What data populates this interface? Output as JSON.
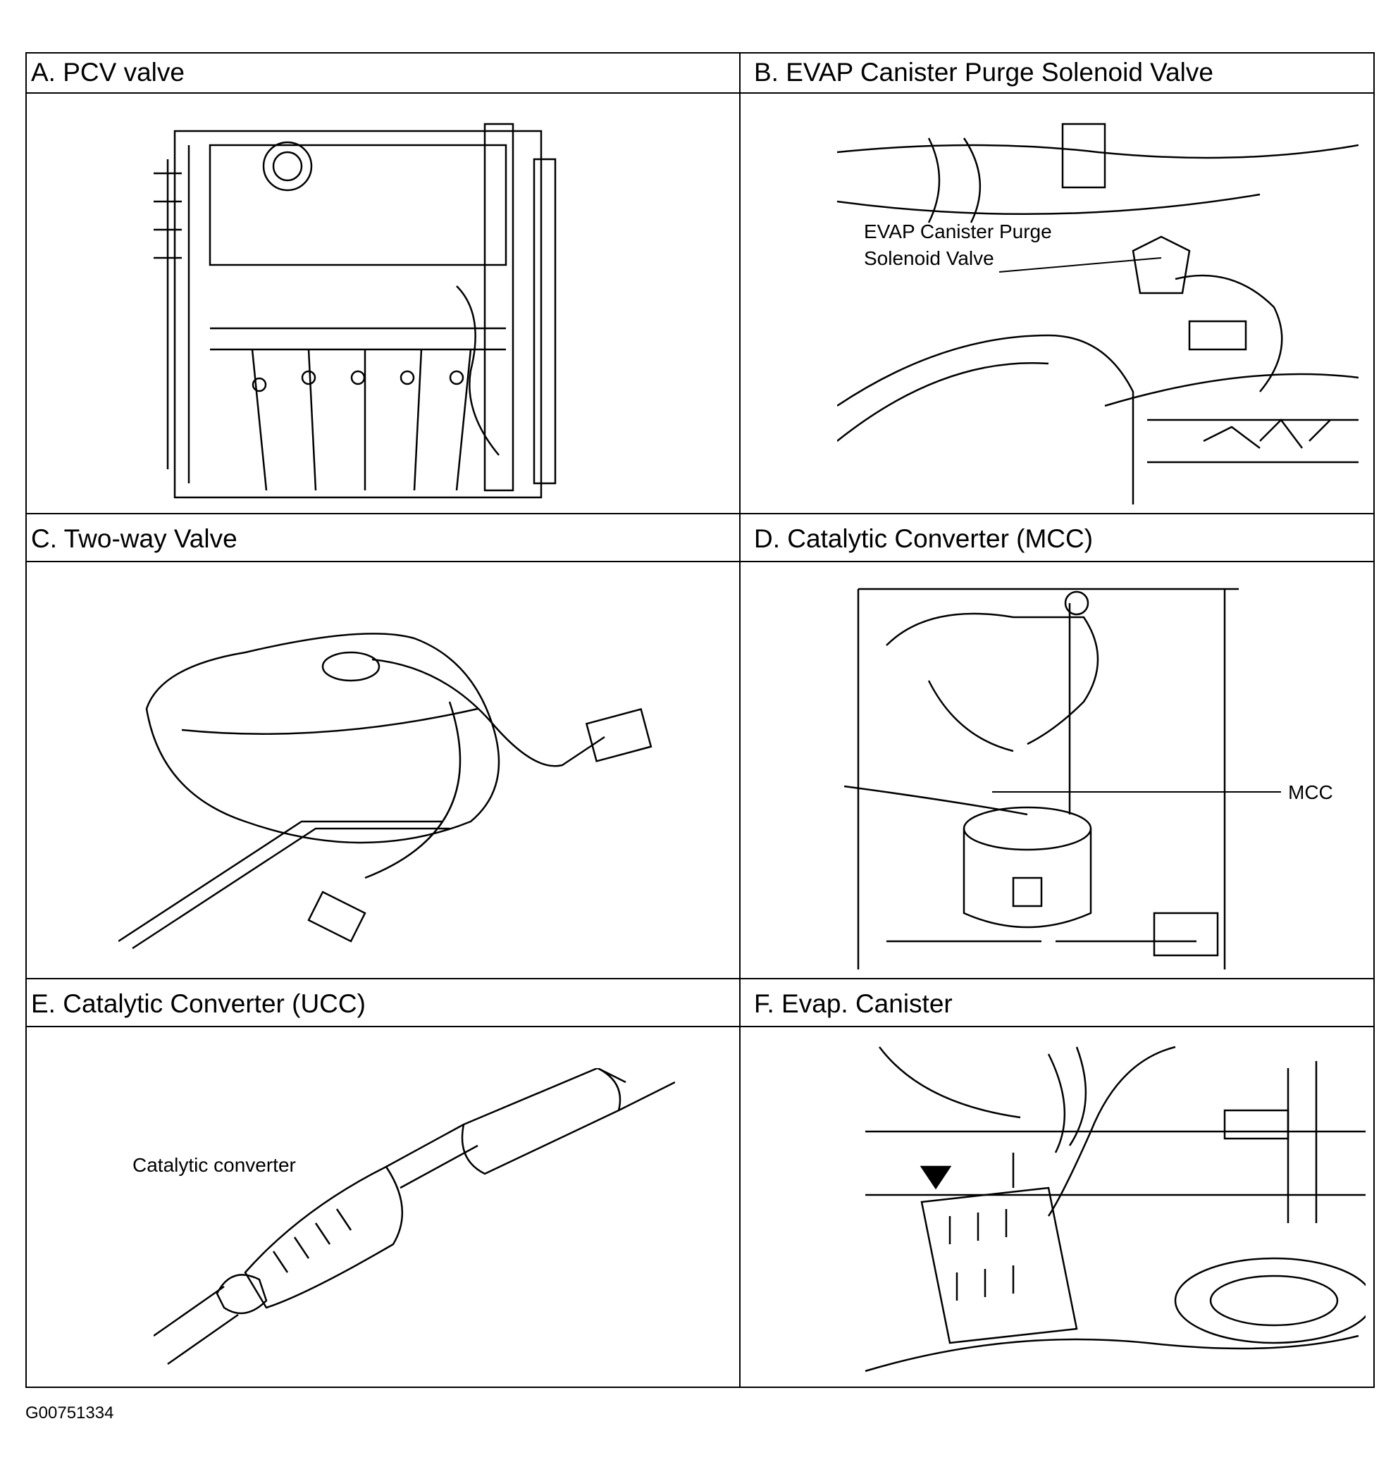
{
  "panels": [
    {
      "id": "A",
      "title": "A.  PCV  valve",
      "callouts": []
    },
    {
      "id": "B",
      "title": "B.  EVAP Canister Purge Solenoid Valve",
      "callouts": [
        "EVAP Canister Purge",
        "Solenoid Valve"
      ]
    },
    {
      "id": "C",
      "title": "C.  Two-way  Valve",
      "callouts": []
    },
    {
      "id": "D",
      "title": "D.  Catalytic Converter (MCC)",
      "callouts": [
        "MCC"
      ]
    },
    {
      "id": "E",
      "title": "E.  Catalytic  Converter  (UCC)",
      "callouts": [
        "Catalytic converter"
      ]
    },
    {
      "id": "F",
      "title": "F.  Evap.   Canister",
      "callouts": []
    }
  ],
  "figure_id": "G00751334"
}
